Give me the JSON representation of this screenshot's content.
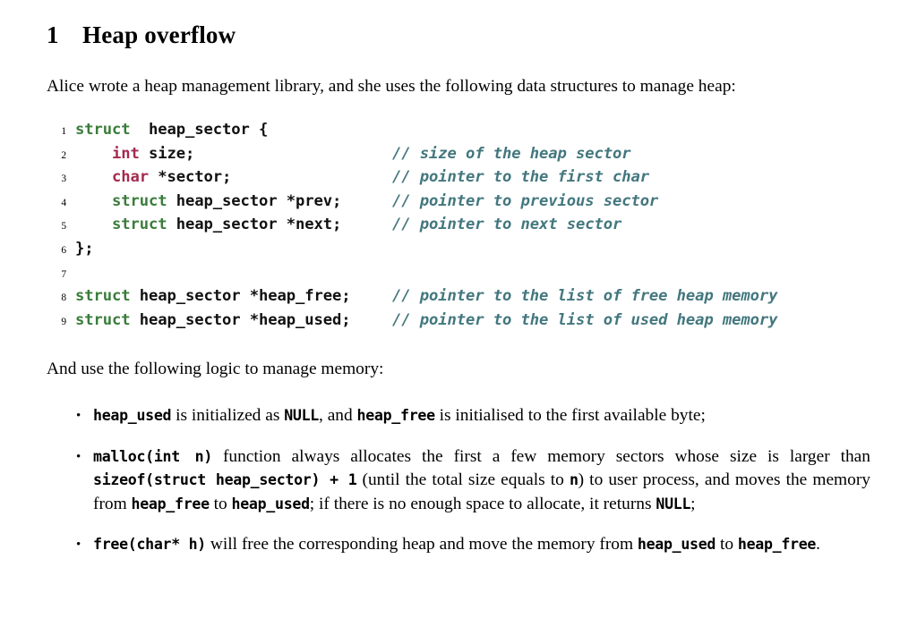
{
  "document": {
    "section": {
      "number": "1",
      "title": "Heap overflow"
    },
    "intro_paragraph": "Alice wrote a heap management library, and she uses the following data structures to manage heap:",
    "logic_paragraph": "And use the following logic to manage memory:"
  },
  "code_listing": {
    "language": "c",
    "colors": {
      "keyword_struct": "#3b7d3b",
      "keyword_type": "#a52a4f",
      "comment": "#43777e",
      "identifier": "#111111",
      "background": "#ffffff"
    },
    "lines": [
      {
        "number": "1",
        "keyword": "struct",
        "code": "  heap_sector {",
        "comment": ""
      },
      {
        "number": "2",
        "keyword": "int",
        "code": " size;",
        "indent": "    ",
        "comment": "// size of the heap sector"
      },
      {
        "number": "3",
        "keyword": "char",
        "code": " *sector;",
        "indent": "    ",
        "comment": "// pointer to the first char"
      },
      {
        "number": "4",
        "keyword": "struct",
        "code": " heap_sector *prev;",
        "indent": "    ",
        "comment": "// pointer to previous sector"
      },
      {
        "number": "5",
        "keyword": "struct",
        "code": " heap_sector *next;",
        "indent": "    ",
        "comment": "// pointer to next sector"
      },
      {
        "number": "6",
        "keyword": "",
        "code": "};",
        "indent": "",
        "comment": ""
      },
      {
        "number": "7",
        "keyword": "",
        "code": "",
        "indent": "",
        "comment": ""
      },
      {
        "number": "8",
        "keyword": "struct",
        "code": " heap_sector *heap_free;",
        "indent": "",
        "comment": "// pointer to the list of free heap memory"
      },
      {
        "number": "9",
        "keyword": "struct",
        "code": " heap_sector *heap_used;",
        "indent": "",
        "comment": "// pointer to the list of used heap memory"
      }
    ]
  },
  "bullets": [
    {
      "id": "bullet-heap-init",
      "marker": "•",
      "segments": [
        {
          "type": "code",
          "text": "heap_used"
        },
        {
          "type": "text",
          "text": " is initialized as "
        },
        {
          "type": "code",
          "text": "NULL"
        },
        {
          "type": "text",
          "text": ", and "
        },
        {
          "type": "code",
          "text": "heap_free"
        },
        {
          "type": "text",
          "text": " is initialised to the first available byte;"
        }
      ]
    },
    {
      "id": "bullet-malloc",
      "marker": "•",
      "segments": [
        {
          "type": "code",
          "text": "malloc(int n)"
        },
        {
          "type": "text",
          "text": " function always allocates the first a few memory sectors whose size is larger than "
        },
        {
          "type": "code",
          "text": "sizeof(struct heap_sector) + 1"
        },
        {
          "type": "text",
          "text": " (until the total size equals to "
        },
        {
          "type": "code",
          "text": "n"
        },
        {
          "type": "text",
          "text": ") to user process, and moves the memory from "
        },
        {
          "type": "code",
          "text": "heap_free"
        },
        {
          "type": "text",
          "text": " to "
        },
        {
          "type": "code",
          "text": "heap_used"
        },
        {
          "type": "text",
          "text": "; if there is no enough space to allocate, it returns "
        },
        {
          "type": "code",
          "text": "NULL"
        },
        {
          "type": "text",
          "text": ";"
        }
      ]
    },
    {
      "id": "bullet-free",
      "marker": "•",
      "segments": [
        {
          "type": "code",
          "text": "free(char* h)"
        },
        {
          "type": "text",
          "text": " will free the corresponding heap and move the memory from "
        },
        {
          "type": "code",
          "text": "heap_used"
        },
        {
          "type": "text",
          "text": " to "
        },
        {
          "type": "code",
          "text": "heap_free"
        },
        {
          "type": "text",
          "text": "."
        }
      ]
    }
  ]
}
